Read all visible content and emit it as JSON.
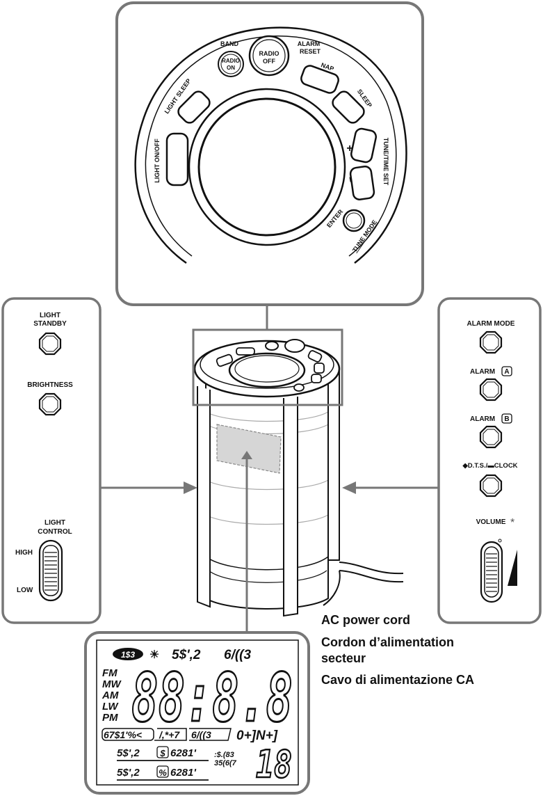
{
  "top_panel": {
    "band": "BAND",
    "radio_on": [
      "RADIO",
      "ON"
    ],
    "radio_off": [
      "RADIO",
      "OFF"
    ],
    "alarm_reset": [
      "ALARM",
      "RESET"
    ],
    "nap": "NAP",
    "sleep": "SLEEP",
    "light_sleep": "LIGHT SLEEP",
    "light_onoff": "LIGHT  ON/OFF",
    "tune_time_set": "TUNE/TIME SET",
    "plus": "+",
    "minus": "–",
    "enter": "ENTER",
    "tune_mode": "TUNE MODE"
  },
  "left_panel": {
    "light_standby": [
      "LIGHT",
      "STANDBY"
    ],
    "brightness": "BRIGHTNESS",
    "light_control": [
      "LIGHT",
      "CONTROL"
    ],
    "high": "HIGH",
    "low": "LOW"
  },
  "right_panel": {
    "alarm_mode": "ALARM MODE",
    "alarm_a": "ALARM",
    "alarm_a_letter": "A",
    "alarm_b": "ALARM",
    "alarm_b_letter": "B",
    "dts_clock": "◆D.T.S./▬CLOCK",
    "volume": "VOLUME",
    "asterisk": "*"
  },
  "power_cord": {
    "en": "AC power cord",
    "fr_1": "Cordon d’alimentation",
    "fr_2": "secteur",
    "it": "Cavo di alimentazione CA"
  },
  "display": {
    "nap_badge": "1$3",
    "sun": "☀",
    "radio_label": "5$',2",
    "sleep_label": "6/((3",
    "bands": [
      "FM",
      "MW",
      "AM",
      "LW",
      "PM"
    ],
    "digits": "88:8.8",
    "standby_label": "67$1'%<",
    "light_label": "/,*+7",
    "sleep_label_2": "6/((3",
    "mhz_khz": "0+]N+]",
    "alarm_radio_a": "5$',2",
    "alarm_a_badge": "$",
    "alarm_sound_a": "6281'",
    "auto_preset": [
      ":$.(83",
      "35(6(7"
    ],
    "alarm_radio_b": "5$',2",
    "alarm_b_badge": "%",
    "alarm_sound_b": "6281'",
    "preset_digits": "18"
  }
}
